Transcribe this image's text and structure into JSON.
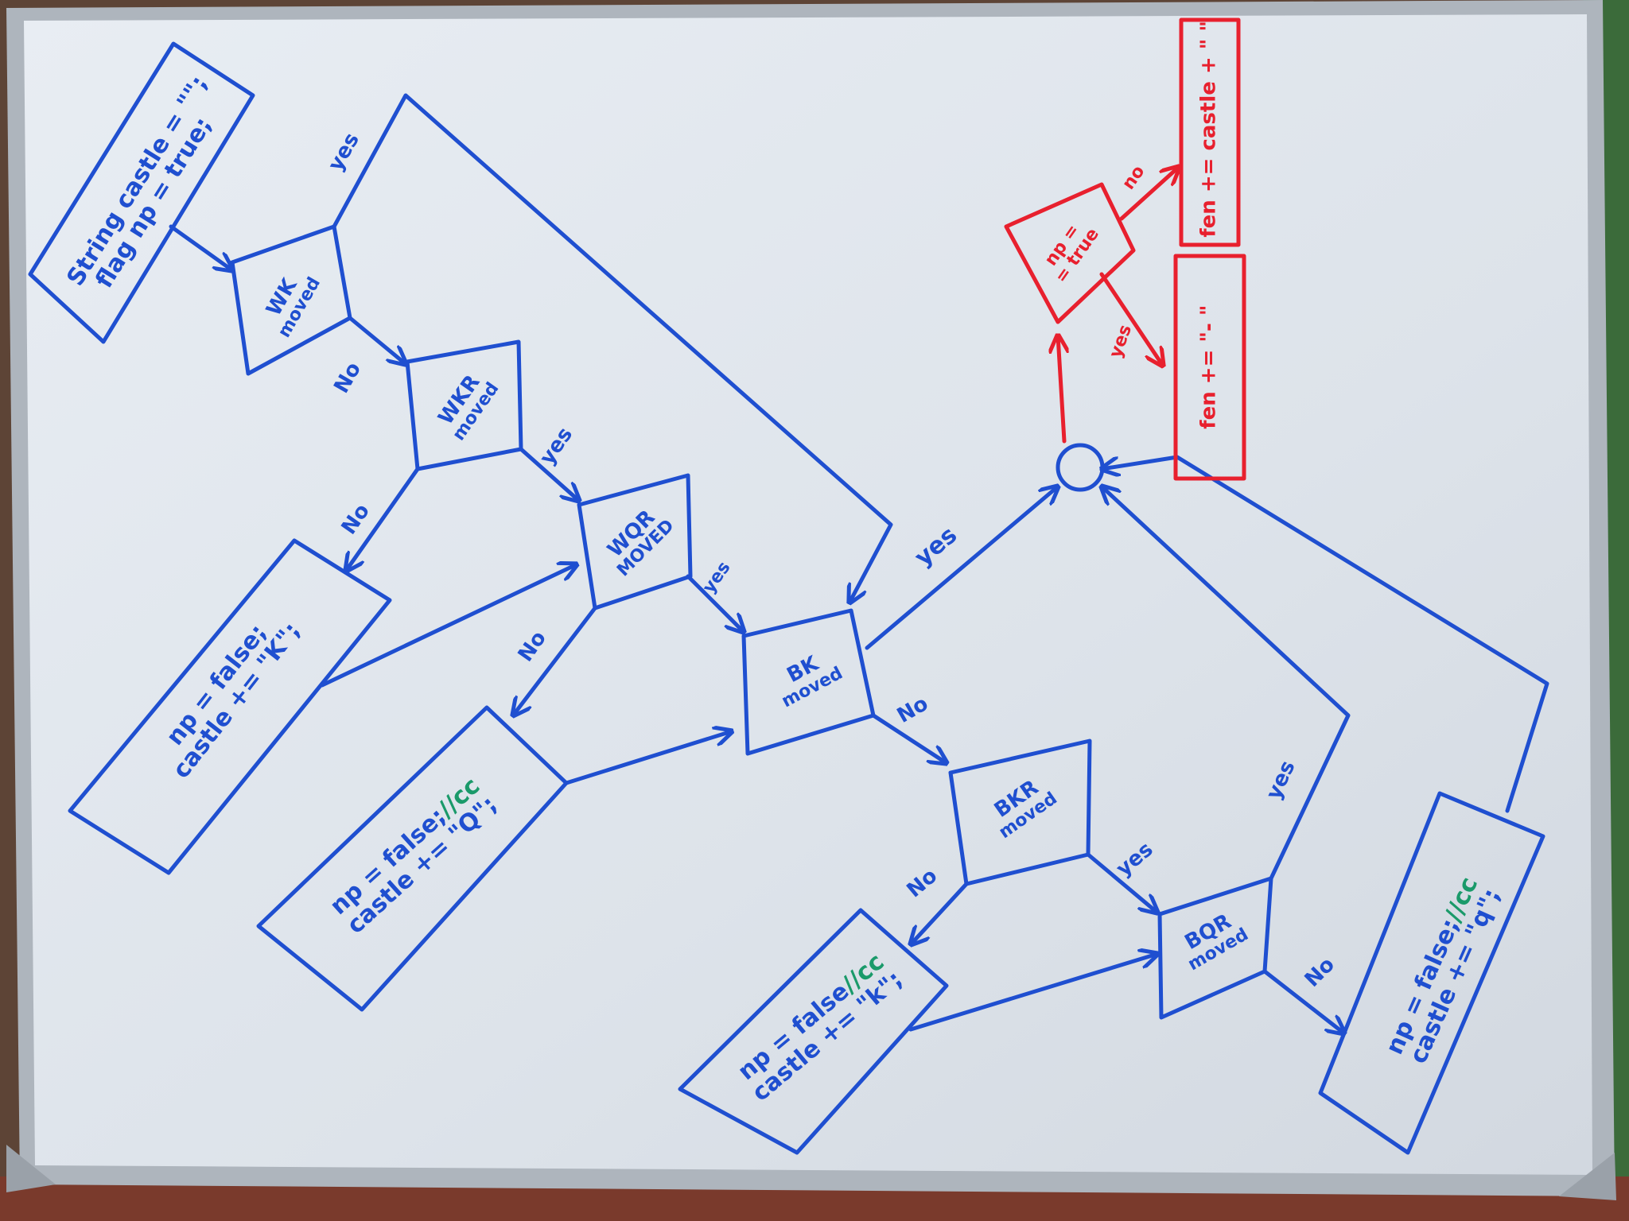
{
  "board": {
    "colors": {
      "board": "#dde4ec",
      "frame": "#b9bfc6",
      "blue_ink": "#1f4fd0",
      "red_ink": "#e8202e",
      "green_ink": "#1a9a6a"
    }
  },
  "nodes": {
    "start": {
      "line1": "String castle = \"\";",
      "line2": "flag np = true;"
    },
    "wk": {
      "line1": "WK",
      "line2": "moved"
    },
    "wkr": {
      "line1": "WKR",
      "line2": "moved"
    },
    "wqr": {
      "line1": "WQR",
      "line2": "MOVED"
    },
    "bk": {
      "line1": "BK",
      "line2": "moved"
    },
    "bkr": {
      "line1": "BKR",
      "line2": "moved"
    },
    "bqr": {
      "line1": "BQR",
      "line2": "moved"
    },
    "set_K": {
      "line1": "np = false;",
      "line2": "castle += \"K\";"
    },
    "set_Q": {
      "line1": "np = false;",
      "comment": "//cc",
      "line2": "castle += \"Q\";"
    },
    "set_k": {
      "line1": "np = false",
      "comment": "//cc",
      "line2": "castle += \"k\";"
    },
    "set_q": {
      "line1": "np = false;",
      "comment": "//cc",
      "line2": "castle += \"q\";"
    },
    "np_check": {
      "line1": "np =",
      "line2": "= true"
    },
    "fen_castle": {
      "text": "fen += castle + \" \""
    },
    "fen_dash": {
      "text": "fen += \"- \""
    }
  },
  "edge_labels": {
    "wk_yes": "yes",
    "wk_no": "No",
    "wkr_yes": "yes",
    "wkr_no": "No",
    "wqr_yes": "yes",
    "wqr_no": "No",
    "bk_yes": "yes",
    "bk_no": "No",
    "bkr_yes": "yes",
    "bkr_no": "No",
    "bqr_yes": "yes",
    "bqr_no": "No",
    "np_no": "no",
    "np_yes": "yes"
  }
}
